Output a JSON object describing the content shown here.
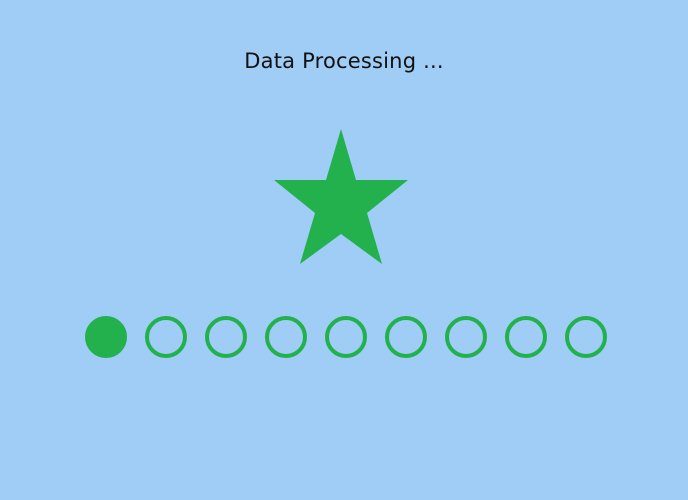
{
  "status": {
    "title": "Data Processing ..."
  },
  "indicator": {
    "icon": "star-icon",
    "color": "#22B14C"
  },
  "progress": {
    "total_steps": 9,
    "completed_steps": 1,
    "color": "#22B14C"
  },
  "background_color": "#9FCDF5"
}
